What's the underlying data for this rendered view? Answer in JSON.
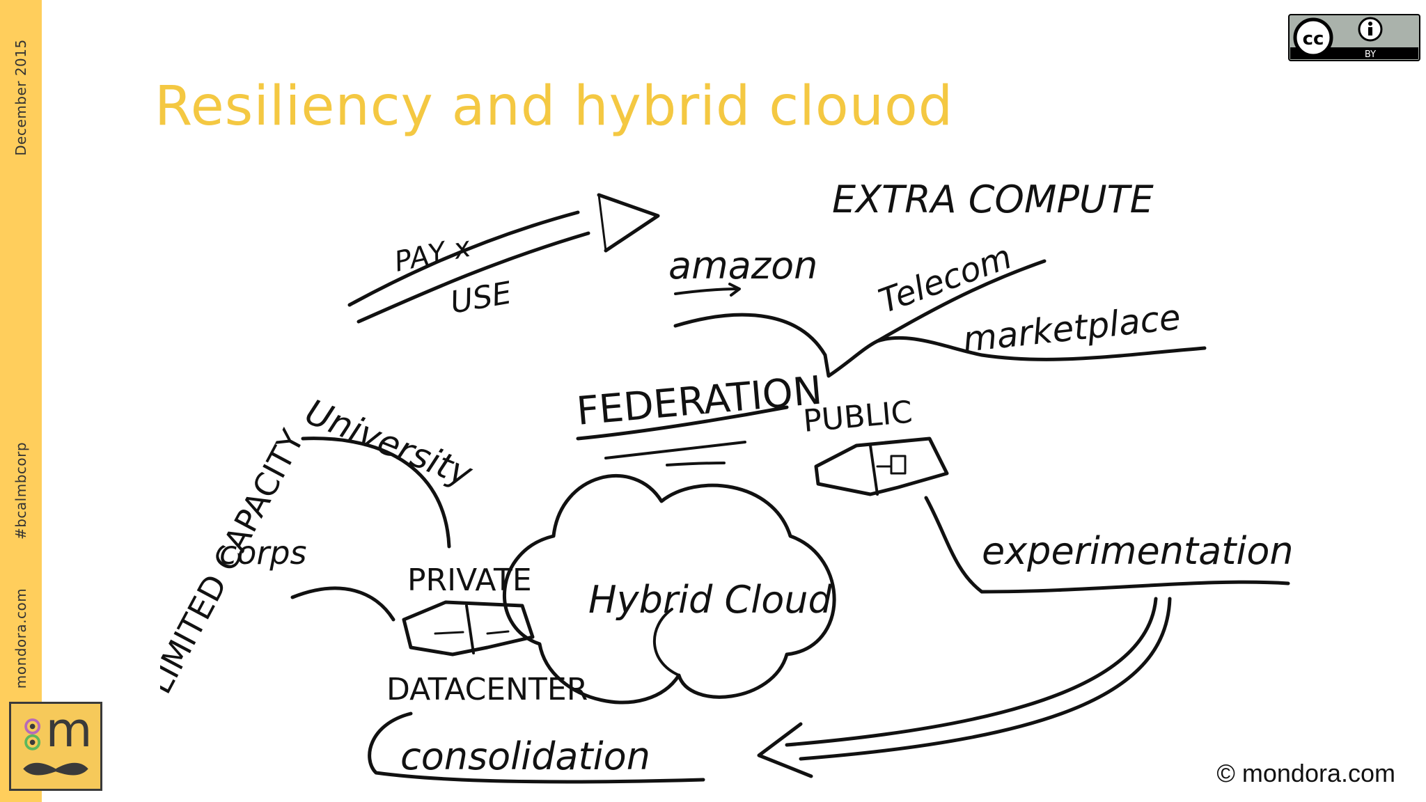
{
  "slide": {
    "title": "Resiliency and hybrid clouod",
    "copyright": "© mondora.com"
  },
  "sidebar": {
    "date": "December 2015",
    "hashtag": "#bcalmbcorp",
    "site": "mondora.com",
    "logo_letter": "m"
  },
  "license": {
    "cc_label": "cc",
    "by_label": "BY"
  },
  "diagram": {
    "extra_compute": "EXTRA COMPUTE",
    "pay_x": "PAY x",
    "use": "USE",
    "amazon": "amazon",
    "telecom": "Telecom",
    "marketplace": "marketplace",
    "federation": "FEDERATION",
    "public": "PUBLIC",
    "university": "University",
    "limited_capacity": "LIMITED CAPACITY",
    "corps": "corps",
    "private": "PRIVATE",
    "hybrid_cloud": "Hybrid Cloud",
    "experimentation": "experimentation",
    "datacenter": "DATACENTER",
    "consolidation": "consolidation"
  },
  "colors": {
    "accent": "#ffce5c",
    "title": "#f4c842",
    "ink": "#111111"
  }
}
